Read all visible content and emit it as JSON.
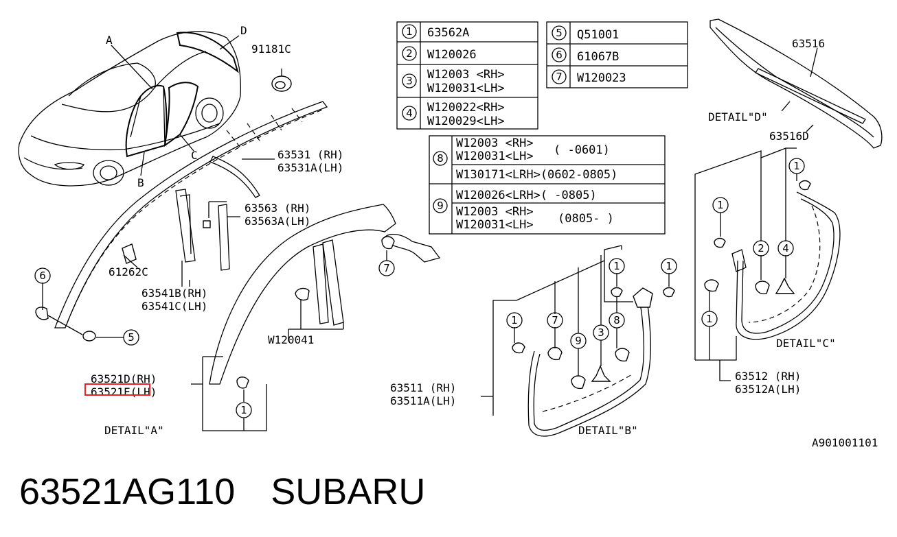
{
  "tables": {
    "top_left": [
      {
        "no": "1",
        "part": "63562A"
      },
      {
        "no": "2",
        "part": "W120026"
      },
      {
        "no": "3",
        "line1": "W12003 <RH>",
        "line2": "W120031<LH>"
      },
      {
        "no": "4",
        "line1": "W120022<RH>",
        "line2": "W120029<LH>"
      }
    ],
    "top_right": [
      {
        "no": "5",
        "part": "Q51001"
      },
      {
        "no": "6",
        "part": "61067B"
      },
      {
        "no": "7",
        "part": "W120023"
      }
    ],
    "middle": {
      "row8": {
        "no": "8",
        "line1": "W12003 <RH>",
        "line2": "W120031<LH>",
        "range": "(  -0601)",
        "line3": "W130171<LRH>(0602-0805)"
      },
      "row9": {
        "no": "9",
        "line1": "W120026<LRH>(  -0805)",
        "line2": "W12003 <RH>",
        "line3": "W120031<LH>",
        "range": "(0805-  )"
      }
    }
  },
  "callouts": {
    "letters": {
      "a": "A",
      "b": "B",
      "c": "C",
      "d": "D"
    },
    "p91181c": "91181C",
    "p63531": "63531 (RH)",
    "p63531a": "63531A(LH)",
    "p63563": "63563 (RH)",
    "p63563a": "63563A(LH)",
    "p61262c": "61262C",
    "p63541b": "63541B(RH)",
    "p63541c": "63541C(LH)",
    "w120041": "W120041",
    "p63521d": "63521D(RH)",
    "p63521e": "63521E(LH)",
    "detail_a": "DETAIL\"A\"",
    "p63511": "63511 (RH)",
    "p63511a": "63511A(LH)",
    "detail_b": "DETAIL\"B\"",
    "p63516": "63516",
    "detail_d": "DETAIL\"D\"",
    "p63516d": "63516D",
    "detail_c": "DETAIL\"C\"",
    "p63512": "63512 (RH)",
    "p63512a": "63512A(LH)",
    "drawing_no": "A901001101"
  },
  "circled": {
    "n1": "1",
    "n2": "2",
    "n3": "3",
    "n4": "4",
    "n5": "5",
    "n6": "6",
    "n7": "7",
    "n8": "8",
    "n9": "9"
  },
  "highlight_color": "#e8202a",
  "footer": {
    "part_number": "63521AG110",
    "brand": "SUBARU"
  }
}
